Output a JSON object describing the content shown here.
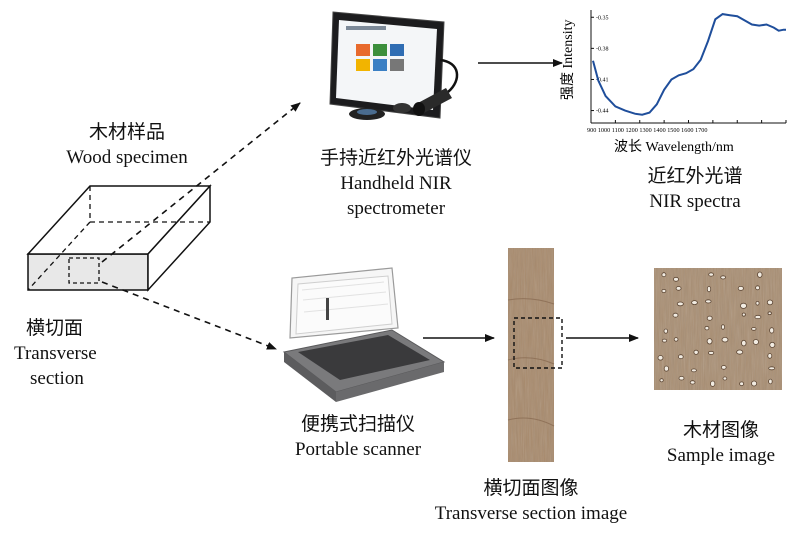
{
  "specimen": {
    "zh": "木材样品",
    "en": "Wood specimen"
  },
  "transverse": {
    "zh": "横切面",
    "en1": "Transverse",
    "en2": "section"
  },
  "spectrometer": {
    "zh": "手持近红外光谱仪",
    "en1": "Handheld NIR",
    "en2": "spectrometer"
  },
  "spectra": {
    "zh": "近红外光谱",
    "en": "NIR spectra"
  },
  "scanner": {
    "zh": "便携式扫描仪",
    "en": "Portable scanner"
  },
  "section_image": {
    "zh": "横切面图像",
    "en": "Transverse section image"
  },
  "sample_image": {
    "zh": "木材图像",
    "en": "Sample image"
  },
  "colors": {
    "wood": "#a88a6c",
    "wood_dark": "#8a6c52",
    "tablet": "#222222",
    "scanner_grey": "#6e6e70"
  },
  "chart_data": {
    "type": "line",
    "ylabel": "强度 Intensity",
    "xlabel": "波长 Wavelength/nm",
    "x_ticks": [
      "900",
      "1000",
      "1100",
      "1200",
      "1300",
      "1400",
      "1500",
      "1600",
      "1700"
    ],
    "x_tick_labels": "900 1000 1100 1200 1300 1400 1500 1600 1700",
    "y_ticks": [
      -0.35,
      -0.38,
      -0.41,
      -0.44
    ],
    "y_tick_labels": [
      "-0.35",
      "-0.38",
      "-0.41",
      "-0.44"
    ],
    "xlim": [
      900,
      1700
    ],
    "ylim": [
      -0.452,
      -0.343
    ],
    "grid": false,
    "series": [
      {
        "x": [
          908,
          930,
          960,
          1000,
          1040,
          1080,
          1110,
          1140,
          1170,
          1200,
          1230,
          1260,
          1290,
          1320,
          1350,
          1380,
          1410,
          1440,
          1470,
          1500,
          1530,
          1560,
          1590,
          1620,
          1650,
          1670,
          1690,
          1700
        ],
        "y": [
          -0.392,
          -0.411,
          -0.426,
          -0.436,
          -0.44,
          -0.443,
          -0.444,
          -0.442,
          -0.434,
          -0.42,
          -0.41,
          -0.406,
          -0.404,
          -0.4,
          -0.391,
          -0.373,
          -0.352,
          -0.347,
          -0.348,
          -0.349,
          -0.353,
          -0.357,
          -0.358,
          -0.357,
          -0.36,
          -0.363,
          -0.362,
          -0.362
        ]
      }
    ]
  }
}
